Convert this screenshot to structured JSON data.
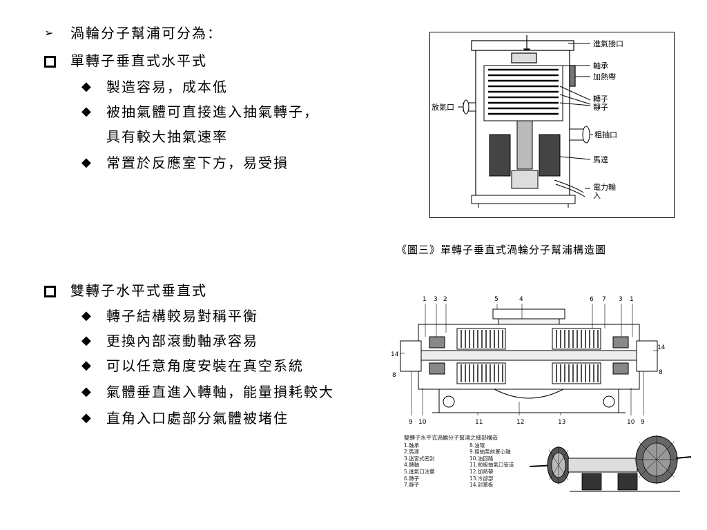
{
  "slide": {
    "heading": "渦輪分子幫浦可分為：",
    "section1": {
      "title": "單轉子垂直式水平式",
      "bullets": [
        "製造容易，成本低",
        "被抽氣體可直接進入抽氣轉子，",
        "具有較大抽氣速率",
        "常置於反應室下方，易受損"
      ]
    },
    "section2": {
      "title": "雙轉子水平式垂直式",
      "bullets": [
        "轉子結構較易對稱平衡",
        "更換內部滾動軸承容易",
        "可以任意角度安裝在真空系統",
        "氣體垂直進入轉軸，能量損耗較大",
        "直角入口處部分氣體被堵住"
      ]
    }
  },
  "figure1": {
    "caption": "《圖三》單轉子垂直式渦輪分子幫浦構造圖",
    "labels": {
      "inlet": "進氣接口",
      "bearing": "軸承",
      "heater": "加熱帶",
      "rotor": "轉子",
      "stator": "靜子",
      "vent": "放氣口",
      "rough": "粗抽口",
      "motor": "馬達",
      "power1": "電力輸",
      "power2": "入"
    }
  },
  "figure2": {
    "numbers": {
      "top_left": [
        "1",
        "3",
        "2"
      ],
      "top_mid": [
        "5",
        "4"
      ],
      "top_right": [
        "6",
        "7",
        "3",
        "1"
      ],
      "side_left": [
        "14",
        "8"
      ],
      "side_right": [
        "14",
        "8"
      ],
      "bottom_left": [
        "9",
        "10"
      ],
      "bottom_mid": [
        "11",
        "12",
        "13"
      ],
      "bottom_right": [
        "10",
        "9"
      ]
    },
    "legend": {
      "title": "雙轉子水平式渦輪分子幫浦之細部構造",
      "col1": [
        "1.軸承",
        "2.馬達",
        "3.迷宮式密封",
        "4.轉軸",
        "5.進氣口法蘭",
        "6.轉子",
        "7.靜子"
      ],
      "col2": [
        "8.油環",
        "9.粗抽泵前置心軸",
        "10.油回路",
        "11.前級抽氣口管道",
        "12.加熱帶",
        "13.冷卻部",
        "14.封蓋板"
      ]
    }
  }
}
